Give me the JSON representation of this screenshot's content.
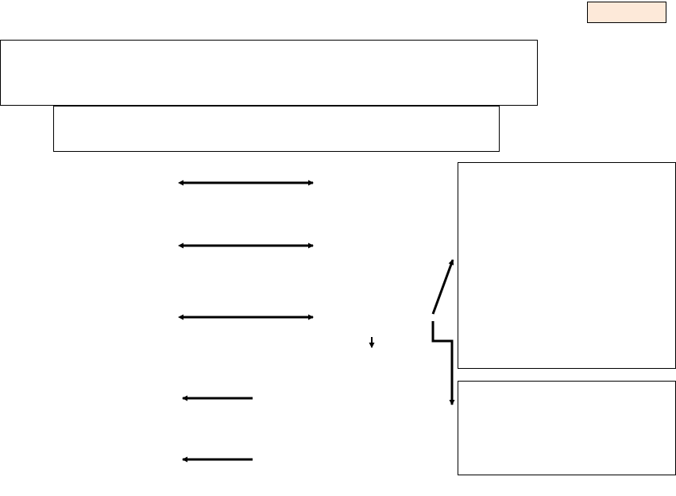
{
  "diagram": {
    "tag_fill_color": "#fde9d9",
    "line_color": "#000000",
    "boxes": [
      {
        "id": "tag-box",
        "text": ""
      },
      {
        "id": "top-box",
        "text": ""
      },
      {
        "id": "second-box",
        "text": ""
      },
      {
        "id": "right-upper-box",
        "text": ""
      },
      {
        "id": "right-lower-box",
        "text": ""
      }
    ],
    "connectors": [
      {
        "id": "double-arrow-1",
        "kind": "bidirectional"
      },
      {
        "id": "double-arrow-2",
        "kind": "bidirectional"
      },
      {
        "id": "double-arrow-3",
        "kind": "bidirectional"
      },
      {
        "id": "left-arrow-4",
        "kind": "single"
      },
      {
        "id": "left-arrow-5",
        "kind": "single"
      },
      {
        "id": "small-down-arrow",
        "kind": "single"
      },
      {
        "id": "diagonal-up-arrow",
        "kind": "single"
      },
      {
        "id": "elbow-down-arrow",
        "kind": "single"
      }
    ]
  }
}
